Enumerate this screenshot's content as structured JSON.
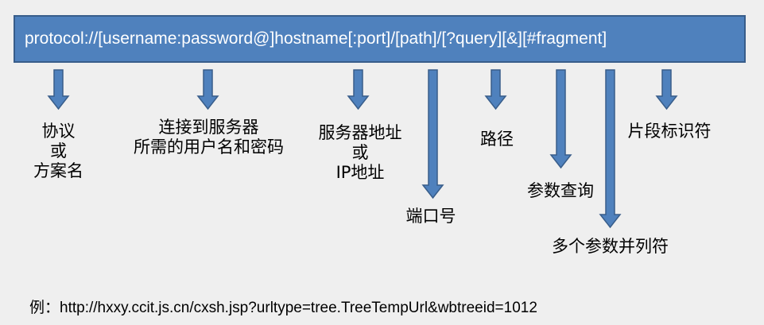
{
  "url_pattern": "protocol://[username:password@]hostname[:port]/[path]/[?query][&][#fragment]",
  "labels": {
    "protocol": [
      "协议",
      "或",
      "方案名"
    ],
    "credentials": [
      "连接到服务器",
      "所需的用户名和密码"
    ],
    "hostname": [
      "服务器地址",
      "或",
      "IP地址"
    ],
    "port": [
      "端口号"
    ],
    "path": [
      "路径"
    ],
    "query": [
      "参数查询"
    ],
    "ampersand": [
      "多个参数并列符"
    ],
    "fragment": [
      "片段标识符"
    ]
  },
  "example": {
    "prefix": "例：",
    "url": "http://hxxy.ccit.js.cn/cxsh.jsp?urltype=tree.TreeTempUrl&wbtreeid=1012"
  },
  "colors": {
    "bar_fill": "#4f81bd",
    "bar_border": "#385d8a",
    "arrow_fill": "#4f81bd",
    "arrow_stroke": "#385d8a",
    "background": "#efefef"
  }
}
